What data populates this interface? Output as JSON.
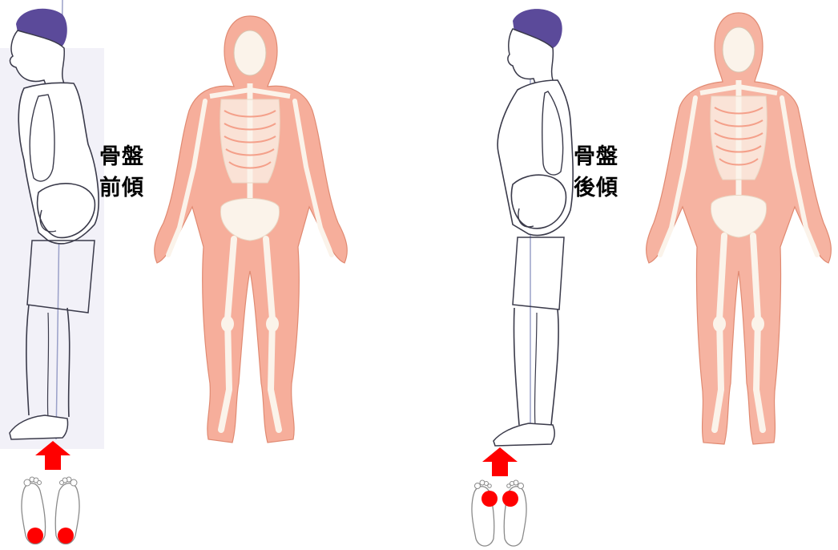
{
  "diagram": {
    "left_case": {
      "label_line1": "骨盤",
      "label_line2": "前傾",
      "pressure_point": "heel"
    },
    "right_case": {
      "label_line1": "骨盤",
      "label_line2": "後傾",
      "pressure_point": "forefoot"
    },
    "colors": {
      "arrow": "#ff0000",
      "pressure_dot": "#ff0000",
      "body_tint": "#f4a08a",
      "bone": "#fbf3ea",
      "hair": "#5b4a9a"
    }
  }
}
